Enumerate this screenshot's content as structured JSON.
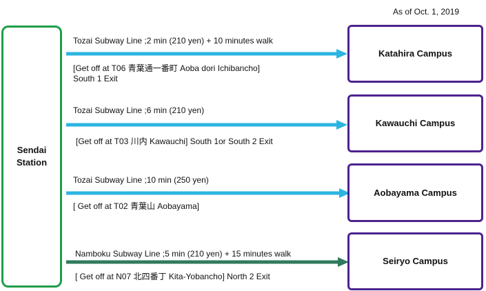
{
  "as_of": "As of Oct. 1, 2019",
  "origin": {
    "label": "Sendai Station"
  },
  "colors": {
    "station_border": "#1e9e48",
    "campus_border": "#4b238f",
    "tozai_arrow": "#2bb5e0",
    "namboku_arrow": "#2f7a5e"
  },
  "routes": [
    {
      "campus": "Katahira Campus",
      "line_info": "Tozai Subway Line ;2 min (210 yen) + 10 minutes walk",
      "exit_line1": "[Get off at T06 青葉通一番町 Aoba dori Ichibancho]",
      "exit_line2": "South 1 Exit"
    },
    {
      "campus": "Kawauchi Campus",
      "line_info": "Tozai Subway Line ;6 min (210 yen)",
      "exit_line1": "[Get off at T03 川内 Kawauchi] South 1or South 2 Exit"
    },
    {
      "campus": "Aobayama Campus",
      "line_info": "Tozai Subway Line ;10 min (250 yen)",
      "exit_line1": "[ Get off at T02 青葉山 Aobayama]"
    },
    {
      "campus": "Seiryo Campus",
      "line_info": "Namboku Subway Line ;5 min (210 yen) + 15 minutes walk",
      "exit_line1": "[ Get off at N07 北四番丁 Kita-Yobancho] North 2 Exit"
    }
  ]
}
